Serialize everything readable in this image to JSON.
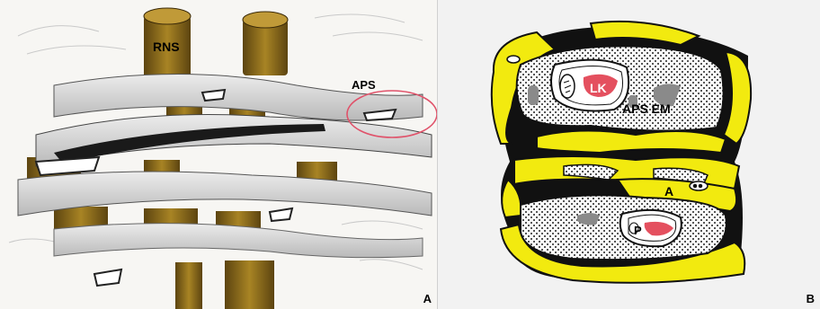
{
  "panel_a": {
    "letter": "A",
    "label_rns": "RNS",
    "label_aps": "APS"
  },
  "panel_b": {
    "letter": "B",
    "label_lk": "LK",
    "label_aps_em": "APS EM",
    "label_a": "A",
    "label_p": "P"
  },
  "colors": {
    "fat_yellow": "#f2ea0f",
    "vessel_red": "#e4505f",
    "callout_circle": "#e0526a",
    "arrow_pink": "#ee6b7e",
    "nerve_brown": "#8a6a1a"
  }
}
